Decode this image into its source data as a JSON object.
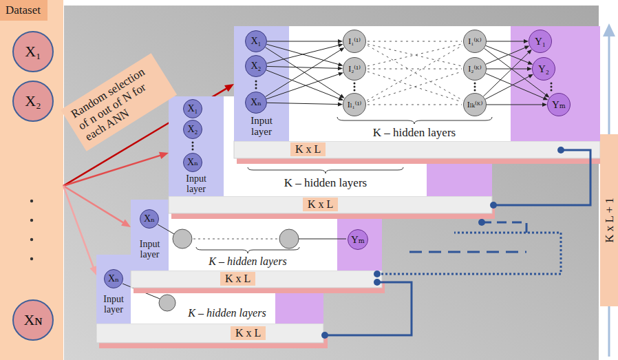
{
  "diagram": {
    "nodes": [
      {
        "text": [
          "Dataset"
        ]
      },
      {
        "text": [
          "X₁"
        ],
        "in": 0
      },
      {
        "text": [
          "X₂"
        ],
        "in": 0
      },
      {
        "text": [
          "Xɴ"
        ],
        "in": 0
      },
      {
        "text": [
          "Random selection of n out of N for each ANN"
        ]
      },
      {
        "text": [
          "K x L + 1"
        ]
      },
      {
        "text": [
          "K – hidden layers"
        ]
      },
      {
        "text": [
          "Input layer"
        ],
        "in": 6
      },
      {
        "text": [
          "X₁"
        ],
        "in": 7
      },
      {
        "text": [
          "X₂"
        ],
        "in": 7
      },
      {
        "text": [
          "Xₙ"
        ],
        "in": 7
      },
      {
        "text": [
          "I₁⁽¹⁾"
        ],
        "in": 6
      },
      {
        "text": [
          "I₂⁽¹⁾"
        ],
        "in": 6
      },
      {
        "text": [
          "Iₗ₁⁽¹⁾"
        ],
        "in": 6
      },
      {
        "text": [
          "I₁⁽ᴷ⁾"
        ],
        "in": 6
      },
      {
        "text": [
          "I₂⁽ᴷ⁾"
        ],
        "in": 6
      },
      {
        "text": [
          "Iₗₖ⁽ᴷ⁾"
        ],
        "in": 6
      },
      {
        "text": [
          "Y₁"
        ],
        "in": 6
      },
      {
        "text": [
          "Y₂"
        ],
        "in": 6
      },
      {
        "text": [
          "Yₘ"
        ],
        "in": 6
      },
      {
        "text": [
          "K x L"
        ],
        "in": 6
      },
      {
        "text": [
          "K – hidden layers"
        ]
      },
      {
        "text": [
          "Input layer"
        ],
        "in": 21
      },
      {
        "text": [
          "X₁"
        ],
        "in": 22
      },
      {
        "text": [
          "X₂"
        ],
        "in": 22
      },
      {
        "text": [
          "Xₙ"
        ],
        "in": 22
      },
      {
        "text": [
          "K x L"
        ],
        "in": 21
      },
      {
        "text": [
          "K – hidden layers"
        ]
      },
      {
        "text": [
          "Input layer"
        ],
        "in": 27
      },
      {
        "text": [
          "Xₙ"
        ],
        "in": 28
      },
      {
        "text": [
          "Yₘ"
        ],
        "in": 27
      },
      {
        "text": [
          "K x L"
        ],
        "in": 27
      },
      {
        "text": [
          "K – hidden layers"
        ]
      },
      {
        "text": [
          "Input layer"
        ],
        "in": 32
      },
      {
        "text": [
          "Xₙ"
        ],
        "in": 33
      },
      {
        "text": [
          "K x L"
        ],
        "in": 32
      }
    ],
    "edges": [
      {
        "from": 0,
        "to": 7,
        "arrow": "to"
      },
      {
        "from": 0,
        "to": 22,
        "arrow": "to"
      },
      {
        "from": 0,
        "to": 28,
        "arrow": "to"
      },
      {
        "from": 0,
        "to": 33,
        "arrow": "to"
      },
      {
        "from": 8,
        "to": 11,
        "arrow": "to"
      },
      {
        "from": 8,
        "to": 12,
        "arrow": "to"
      },
      {
        "from": 8,
        "to": 13,
        "arrow": "to"
      },
      {
        "from": 9,
        "to": 11,
        "arrow": "to"
      },
      {
        "from": 9,
        "to": 12,
        "arrow": "to"
      },
      {
        "from": 9,
        "to": 13,
        "arrow": "to"
      },
      {
        "from": 10,
        "to": 11,
        "arrow": "to"
      },
      {
        "from": 10,
        "to": 12,
        "arrow": "to"
      },
      {
        "from": 10,
        "to": 13,
        "arrow": "to"
      },
      {
        "from": 14,
        "to": 17,
        "arrow": "to"
      },
      {
        "from": 14,
        "to": 18,
        "arrow": "to"
      },
      {
        "from": 14,
        "to": 19,
        "arrow": "to"
      },
      {
        "from": 15,
        "to": 17,
        "arrow": "to"
      },
      {
        "from": 15,
        "to": 18,
        "arrow": "to"
      },
      {
        "from": 15,
        "to": 19,
        "arrow": "to"
      },
      {
        "from": 16,
        "to": 17,
        "arrow": "to"
      },
      {
        "from": 16,
        "to": 18,
        "arrow": "to"
      },
      {
        "from": 16,
        "to": 19,
        "arrow": "to"
      }
    ]
  }
}
